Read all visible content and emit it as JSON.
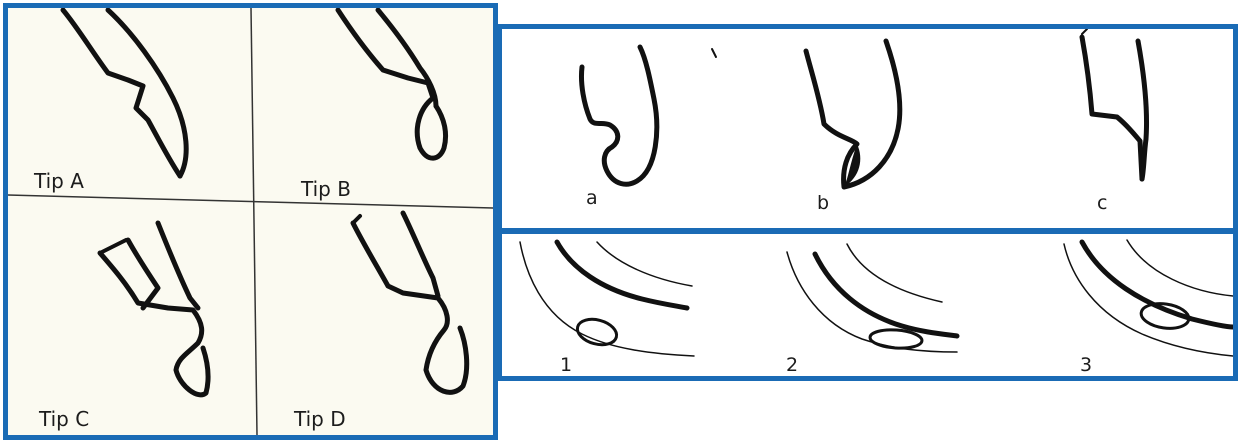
{
  "tips": {
    "a": "Tip A",
    "b": "Tip B",
    "c": "Tip C",
    "d": "Tip D"
  },
  "shapes": {
    "a": "a",
    "b": "b",
    "c": "c"
  },
  "positions": {
    "one": "1",
    "two": "2",
    "three": "3"
  },
  "colors": {
    "border": "#1a6bb5",
    "ink": "#111111",
    "paper": "#fbfaf1"
  }
}
